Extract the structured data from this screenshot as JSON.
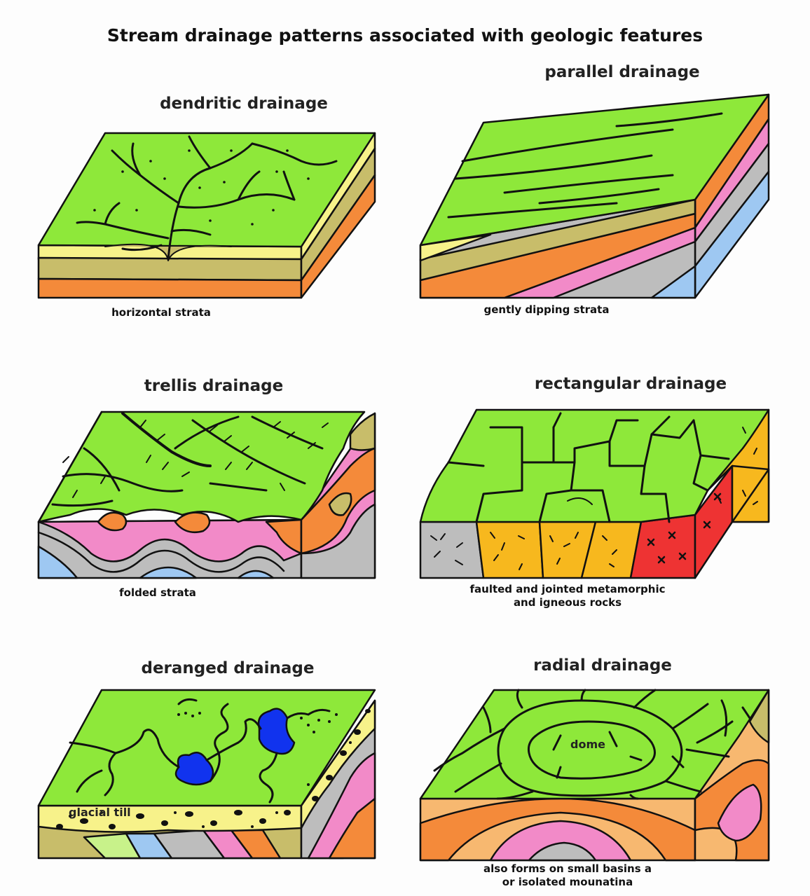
{
  "title": "Stream drainage patterns associated with geologic features",
  "panels": [
    {
      "id": "dendritic",
      "title": "dendritic drainage",
      "caption": "horizontal strata"
    },
    {
      "id": "parallel",
      "title": "parallel drainage",
      "caption": "gently dipping strata"
    },
    {
      "id": "trellis",
      "title": "trellis drainage",
      "caption": "folded strata"
    },
    {
      "id": "rectangular",
      "title": "rectangular drainage",
      "caption_lines": [
        "faulted and jointed metamorphic",
        "and igneous rocks"
      ]
    },
    {
      "id": "deranged",
      "title": "deranged drainage",
      "caption": "",
      "label": "glacial till"
    },
    {
      "id": "radial",
      "title": "radial drainage",
      "caption_lines": [
        "also forms on small basins a",
        "or isolated mounatina"
      ],
      "label": "dome"
    }
  ],
  "colors": {
    "land": "#8ee83a",
    "yellow": "#f7f28a",
    "olive": "#c8bd6a",
    "orange": "#f48a3a",
    "pink": "#f28ac8",
    "gray": "#bdbdbd",
    "blue": "#9ec8f2",
    "amber": "#f7b81e",
    "red": "#ee3333",
    "lake": "#1133ee",
    "lightgreen": "#c8f28a",
    "peach": "#f7b870",
    "outline": "#111111"
  }
}
